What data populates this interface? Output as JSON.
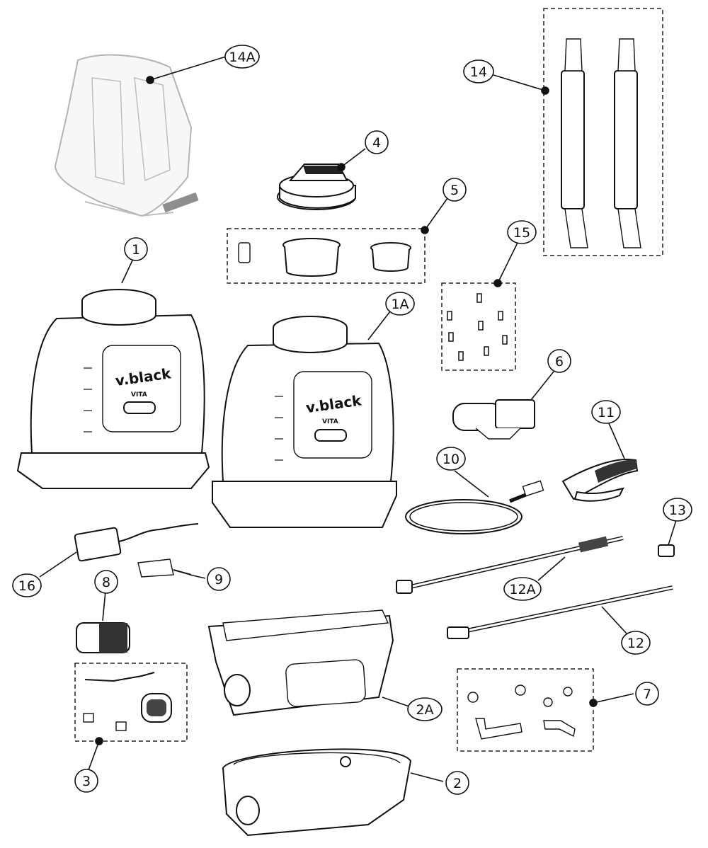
{
  "diagram": {
    "brand_text": "v.black",
    "brand_sub": "VITA",
    "callouts": [
      "1",
      "1A",
      "2",
      "2A",
      "3",
      "4",
      "5",
      "6",
      "7",
      "8",
      "9",
      "10",
      "11",
      "12",
      "12A",
      "13",
      "14",
      "14A",
      "15",
      "16"
    ]
  }
}
